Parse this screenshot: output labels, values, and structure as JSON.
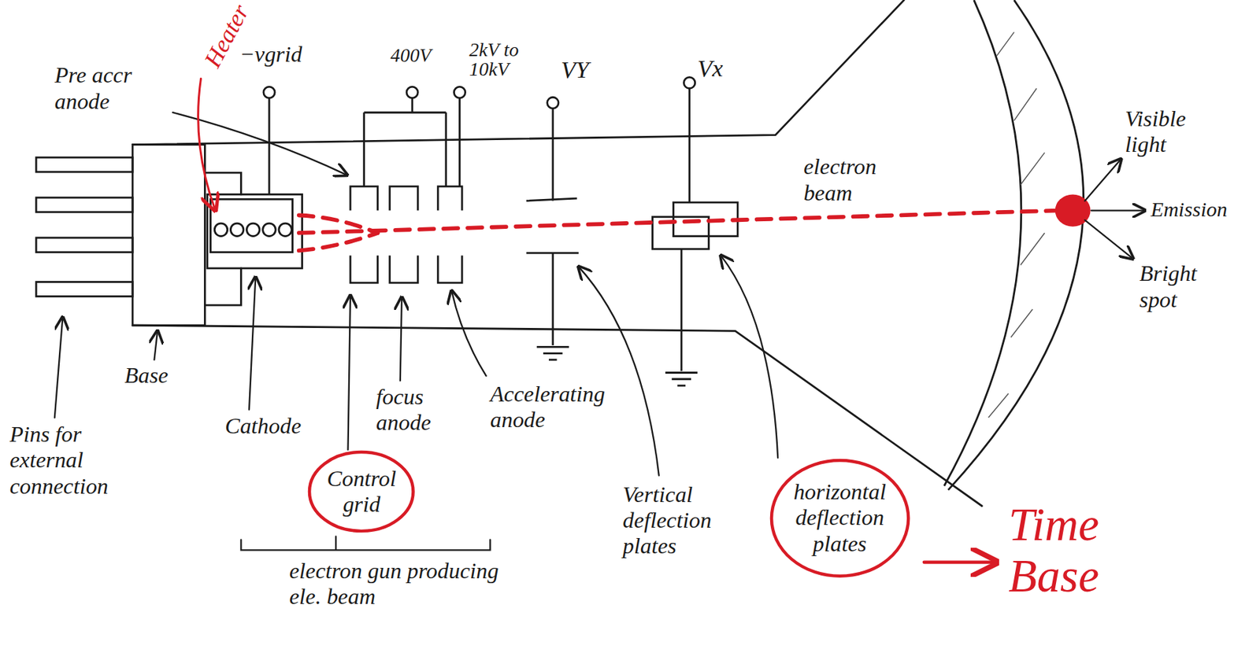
{
  "diagram": {
    "nodes": [
      {
        "text": [
          "Control grid"
        ]
      },
      {
        "text": [
          "horizontal deflection plates"
        ]
      }
    ],
    "labels": [
      "Heater",
      "−vgrid",
      "Pre accr anode",
      "400V",
      "2kV to 10kV",
      "VY",
      "Vx",
      "electron beam",
      "Visible light",
      "Emission",
      "Bright spot",
      "Pins for external connection",
      "Base",
      "Cathode",
      "focus anode",
      "Accelerating anode",
      "electron gun producing ele. beam",
      "Vertical deflection plates",
      "Time Base"
    ]
  }
}
